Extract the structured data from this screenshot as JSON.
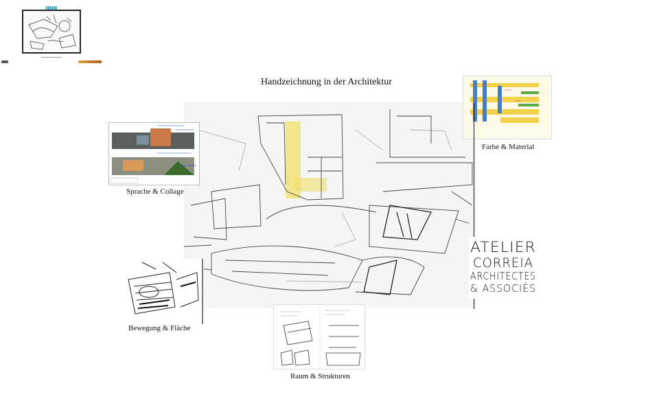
{
  "page": {
    "title": "Handzeichnung in der Architektur"
  },
  "gallery": {
    "items": [
      {
        "label": "Sprache & Collage"
      },
      {
        "label": "Farbe & Material"
      },
      {
        "label": "Bewegung & Fläche"
      },
      {
        "label": "Raum & Strukturen"
      }
    ]
  },
  "logo": {
    "lines": [
      "ATELIER",
      "CORREIA",
      "ARCHITECTES",
      "& ASSOCIÉS"
    ]
  },
  "colors": {
    "background": "#ffffff",
    "accent_yellow": "#f2df6b",
    "accent_blue": "#4a7ec4",
    "accent_green": "#5aa84a",
    "accent_orange": "#d9a23c"
  }
}
